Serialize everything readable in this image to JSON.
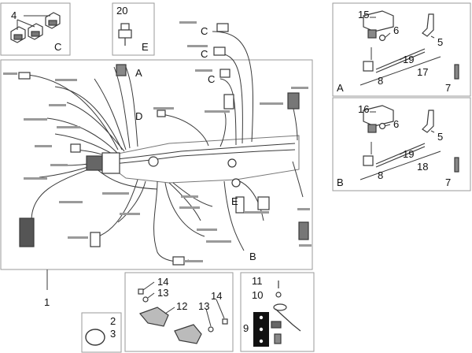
{
  "callouts": {
    "n1": "1",
    "n2": "2",
    "n3": "3",
    "n4": "4",
    "n5": "5",
    "n5b": "5",
    "n6": "6",
    "n6b": "6",
    "n7": "7",
    "n7b": "7",
    "n8": "8",
    "n8b": "8",
    "n9": "9",
    "n10": "10",
    "n11": "11",
    "n12": "12",
    "n13": "13",
    "n13b": "13",
    "n14": "14",
    "n14b": "14",
    "n15": "15",
    "n16": "16",
    "n17": "17",
    "n18": "18",
    "n19": "19",
    "n19b": "19",
    "n20": "20"
  },
  "letters": {
    "a_main": "A",
    "b_main": "B",
    "c1": "C",
    "c2": "C",
    "c3": "C",
    "d_main": "D",
    "e_main": "E",
    "c_box": "C",
    "e_box": "E",
    "panel_a": "A",
    "panel_b": "B"
  },
  "colors": {
    "line": "#3a3a3a",
    "frame": "#9a9a9a",
    "text": "#111111"
  }
}
